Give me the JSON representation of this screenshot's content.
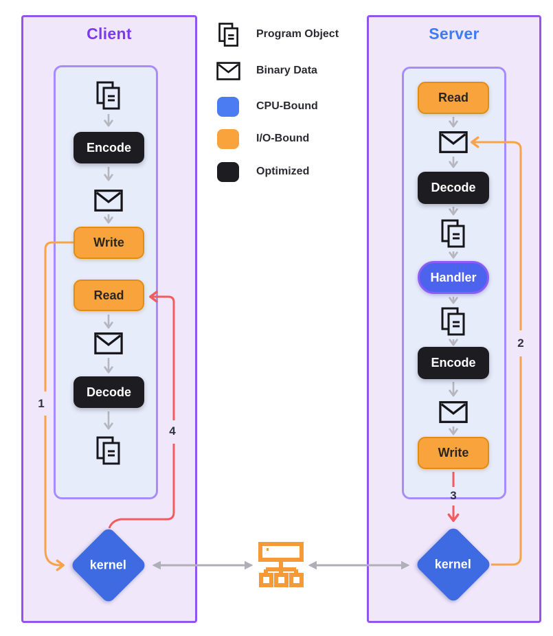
{
  "legend": {
    "items": [
      {
        "icon": "program-object-icon",
        "label": "Program Object"
      },
      {
        "icon": "binary-data-icon",
        "label": "Binary Data"
      },
      {
        "icon": "cpu-bound-swatch",
        "label": "CPU-Bound",
        "color": "#4c7cf2"
      },
      {
        "icon": "io-bound-swatch",
        "label": "I/O-Bound",
        "color": "#f9a33c"
      },
      {
        "icon": "optimized-swatch",
        "label": "Optimized",
        "color": "#1d1d21"
      }
    ]
  },
  "client": {
    "title": "Client",
    "nodes": {
      "encode": "Encode",
      "write": "Write",
      "read": "Read",
      "decode": "Decode"
    },
    "kernel_label": "kernel"
  },
  "server": {
    "title": "Server",
    "nodes": {
      "read": "Read",
      "decode": "Decode",
      "handler": "Handler",
      "encode": "Encode",
      "write": "Write"
    },
    "kernel_label": "kernel"
  },
  "flow_markers": {
    "step1": "1",
    "step2": "2",
    "step3": "3",
    "step4": "4"
  },
  "colors": {
    "panel_border": "#9254ec",
    "panel_fill": "#f1e7fb",
    "inner_border": "#a78bfa",
    "inner_fill": "#e7ecfb",
    "client_title": "#7c3aed",
    "server_title": "#3d7bf5",
    "cpu_bound": "#4c7cf2",
    "io_bound": "#f9a33c",
    "optimized": "#1d1d21",
    "kernel_fill": "#3e6be2",
    "handler_fill": "#4c63ee",
    "io_line": "#f9a348",
    "resume_line": "#f25c5e",
    "neutral_arrow": "#afafb7"
  }
}
